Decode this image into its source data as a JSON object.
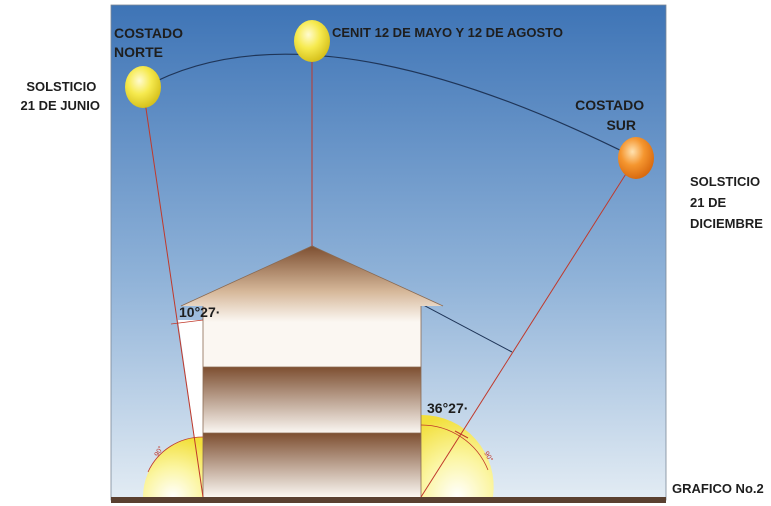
{
  "labels": {
    "north_side": [
      "COSTADO",
      "NORTE"
    ],
    "south_side": [
      "COSTADO",
      "SUR"
    ],
    "zenith": "CENIT 12 DE MAYO Y 12 DE AGOSTO",
    "june_solstice": [
      "SOLSTICIO",
      "21 DE JUNIO"
    ],
    "december_solstice": [
      "SOLSTICIO",
      "21 DE",
      "DICIEMBRE"
    ],
    "north_angle": "10°27·",
    "south_angle": "36°27·",
    "north_arc_angle": "90°",
    "south_arc_angle": "90°",
    "figure_caption": "GRAFICO No.2"
  },
  "colors": {
    "sky_top": "#3e74b6",
    "sky_bottom": "#dde8f1",
    "sun_yellow": "#f3e23a",
    "sun_orange": "#f08a24",
    "roof_brown": "#8a5a3a",
    "ground": "#5a4030",
    "ray_line": "#c0392b",
    "arc_line": "#1f3558"
  }
}
